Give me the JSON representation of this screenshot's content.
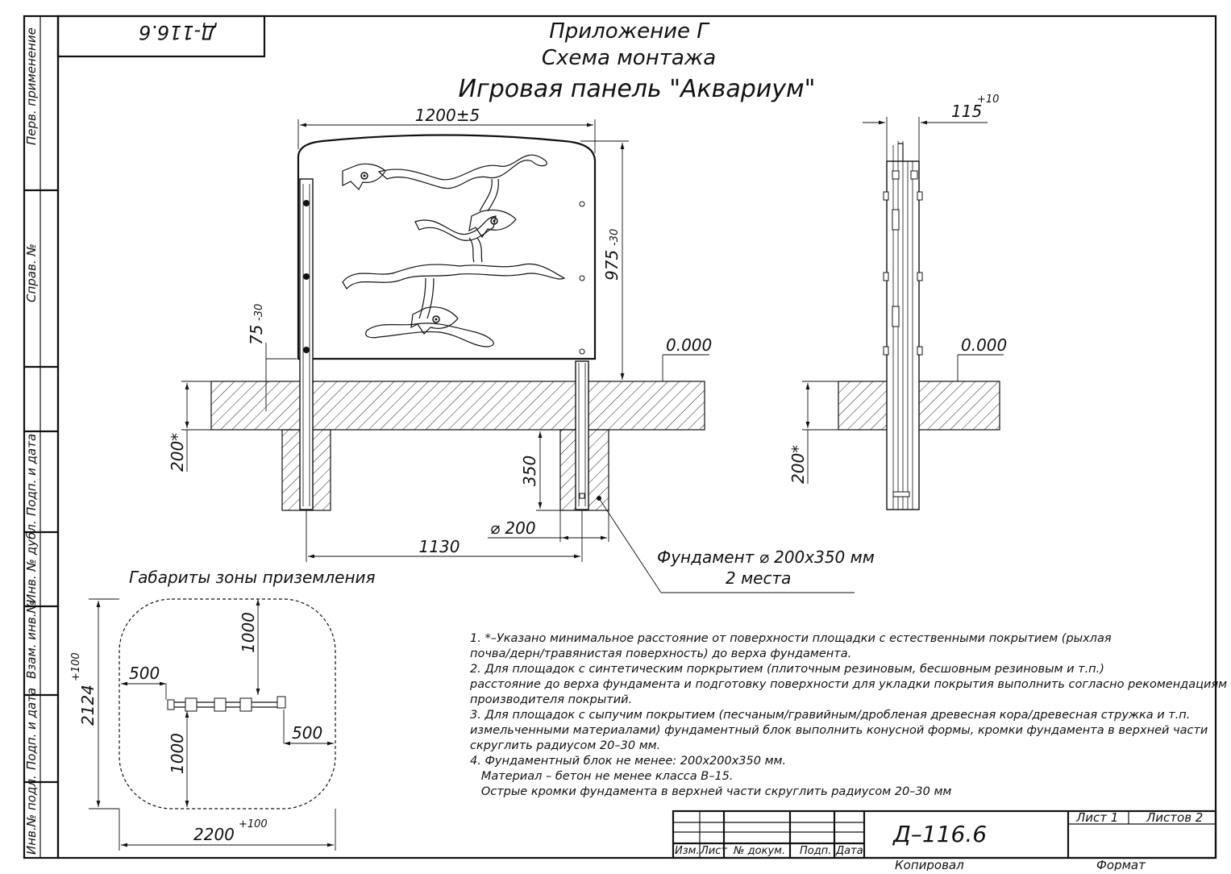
{
  "stamp_code_rotated": "Д-116.6",
  "side_labels": [
    "Перв. применение",
    "Справ. №",
    "Подп. и дата",
    "Инв. № дубл.",
    "Взам. инв.№",
    "Подп. и дата",
    "Инв.№ подл."
  ],
  "title": {
    "appendix": "Приложение Г",
    "scheme": "Схема монтажа",
    "product": "Игровая панель \"Аквариум\""
  },
  "front_view": {
    "width_dim": "1200±5",
    "height_dim": "975",
    "height_tol": "-30",
    "bottom_gap": "75",
    "bottom_gap_tol": "-30",
    "level": "0.000",
    "depth_star": "200*",
    "found_depth": "350",
    "found_diam": "⌀ 200",
    "post_spacing": "1130",
    "foundation_note": "Фундамент ⌀ 200х350 мм",
    "foundation_count": "2 места"
  },
  "side_view": {
    "thickness": "115",
    "thickness_tol": "+10",
    "level": "0.000",
    "depth_star": "200*"
  },
  "zone": {
    "title": "Габариты зоны приземления",
    "top": "1000",
    "bottom": "1000",
    "left": "500",
    "right": "500",
    "height": "2124",
    "height_tol": "+100",
    "width": "2200",
    "width_tol": "+100"
  },
  "notes": [
    "1. *–Указано минимальное расстояние от поверхности площадки с естественными покрытием (рыхлая",
    "почва/дерн/травянистая поверхность) до верха фундамента.",
    "2. Для площадок с синтетическим поркрытием (плиточным резиновым, бесшовным резиновым и т.п.)",
    "расстояние до верха фундамента и подготовку поверхности для укладки покрытия выполнить согласно рекомендациям",
    "производителя покрытий.",
    "3. Для площадок с сыпучим покрытием (песчаным/гравийным/дробленая древесная кора/древесная стружка и т.п.",
    "измельченными материалами) фундаментный блок выполнить конусной формы, кромки фундамента в верхней части",
    "скруглить радиусом 20–30 мм.",
    "4. Фундаментный блок не менее: 200х200х350 мм.",
    "   Материал – бетон не менее класса В–15.",
    "   Острые кромки фундамента в верхней части скруглить радиусом 20–30 мм"
  ],
  "title_block": {
    "code": "Д–116.6",
    "sheet": "Лист 1",
    "sheets": "Листов 2",
    "col_izm": "Изм.",
    "col_list": "Лист",
    "col_doc": "№ докум.",
    "col_sign": "Подп.",
    "col_date": "Дата",
    "copied": "Копировал",
    "format": "Формат"
  }
}
